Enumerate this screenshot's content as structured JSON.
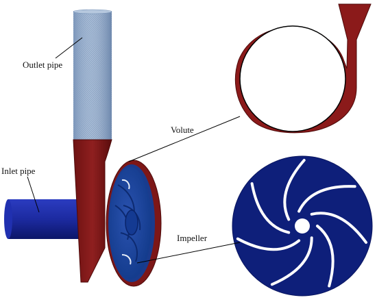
{
  "labels": {
    "outlet_pipe": "Outlet pipe",
    "volute": "Volute",
    "inlet_pipe": "Inlet pipe",
    "impeller": "Impeller"
  },
  "colors": {
    "outlet_pipe_mesh": "#8ea8c8",
    "volute_red": "#8b1a1a",
    "volute_dark": "#5e0e0e",
    "inlet_blue": "#1a2a9c",
    "impeller_blue": "#0e1f7a",
    "leader_line": "#000000"
  },
  "impeller": {
    "blade_count": 7
  }
}
